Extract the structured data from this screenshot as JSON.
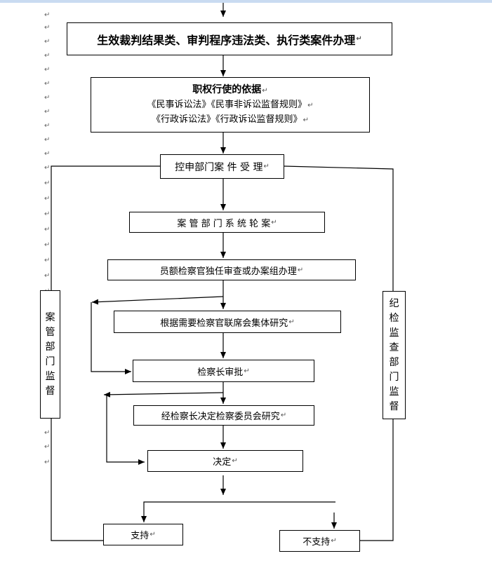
{
  "colors": {
    "line": "#000000",
    "header_band": "#c9dbf1",
    "para_mark": "#666666"
  },
  "paragraph_mark": "↵",
  "nodes": {
    "category": "生效裁判结果类、审判程序违法类、执行类案件办理",
    "basis_title": "职权行使的依据",
    "basis_line1": "《民事诉讼法》《民事非诉讼监督规则》",
    "basis_line2": "《行政诉讼法》《行政诉讼监督规则》",
    "accept": "控申部门案 件 受 理",
    "assign": "案 管 部 门 系 统 轮 案",
    "handle": "员额检察官独任审查或办案组办理",
    "joint": "根据需要检察官联席会集体研究",
    "chief": "检察长审批",
    "committee": "经检察长决定检察委员会研究",
    "decision": "决定",
    "support": "支持",
    "not_support": "不支持",
    "left_side": [
      "案",
      "管",
      "部",
      "门",
      "监",
      "督"
    ],
    "right_side": [
      "纪",
      "检",
      "监",
      "查",
      "部",
      "门",
      "监",
      "督"
    ]
  }
}
